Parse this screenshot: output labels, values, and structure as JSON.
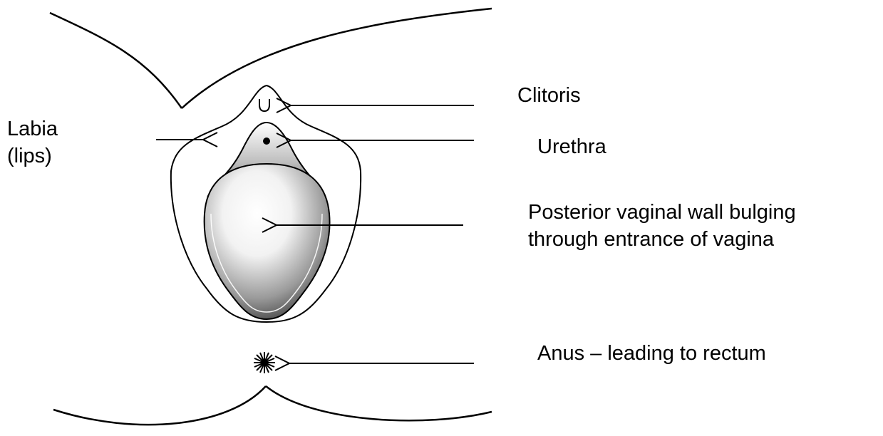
{
  "labels": {
    "labia": {
      "line1": "Labia",
      "line2": "(lips)"
    },
    "clitoris": "Clitoris",
    "urethra": "Urethra",
    "posterior_wall": {
      "line1": "Posterior vaginal wall bulging",
      "line2": "through entrance of vagina"
    },
    "anus": "Anus – leading to rectum"
  },
  "colors": {
    "stroke": "#000000",
    "background": "#ffffff",
    "bulge_light": "#ffffff",
    "bulge_dark": "#2a2a2a"
  }
}
